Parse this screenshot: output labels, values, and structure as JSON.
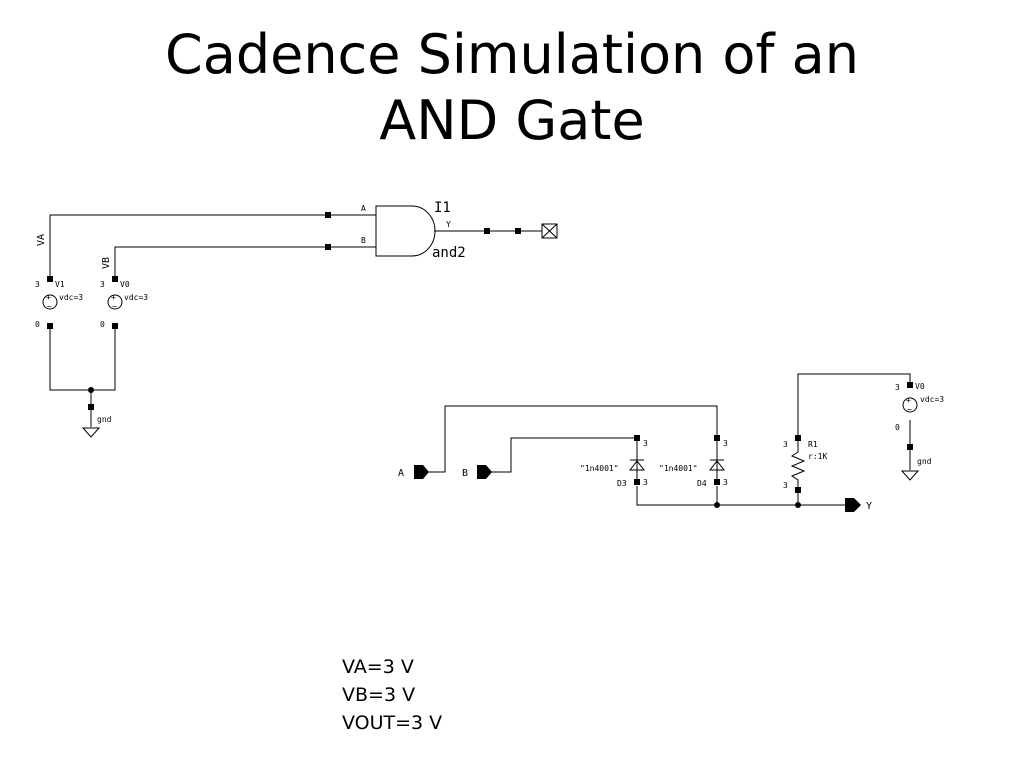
{
  "title": {
    "line1": "Cadence Simulation of an",
    "line2": "AND Gate"
  },
  "schematic1": {
    "gate_instance": "I1",
    "gate_cell": "and2",
    "gate_pin_a": "A",
    "gate_pin_b": "B",
    "gate_pin_y": "Y",
    "net_va": "VA",
    "net_vb": "VB",
    "source_v1": {
      "name": "V1",
      "pin_top": "3",
      "pin_bottom": "0",
      "value": "vdc=3"
    },
    "source_v0": {
      "name": "V0",
      "pin_top": "3",
      "pin_bottom": "0",
      "value": "vdc=3"
    },
    "ground": "gnd"
  },
  "schematic2": {
    "input_a": "A",
    "input_b": "B",
    "output_y": "Y",
    "diode_d3": {
      "name": "D3",
      "model": "\"1n4001\"",
      "pin_top": "3",
      "pin_bottom": "3"
    },
    "diode_d4": {
      "name": "D4",
      "model": "\"1n4001\"",
      "pin_top": "3",
      "pin_bottom": "3"
    },
    "resistor_r1": {
      "name": "R1",
      "value": "r:1K",
      "pin_top": "3",
      "pin_bottom": "3"
    },
    "source_v0": {
      "name": "V0",
      "pin_top": "3",
      "pin_bottom": "0",
      "value": "vdc=3"
    },
    "ground": "gnd"
  },
  "results": {
    "va": "VA=3 V",
    "vb": "VB=3 V",
    "vout": "VOUT=3 V"
  }
}
